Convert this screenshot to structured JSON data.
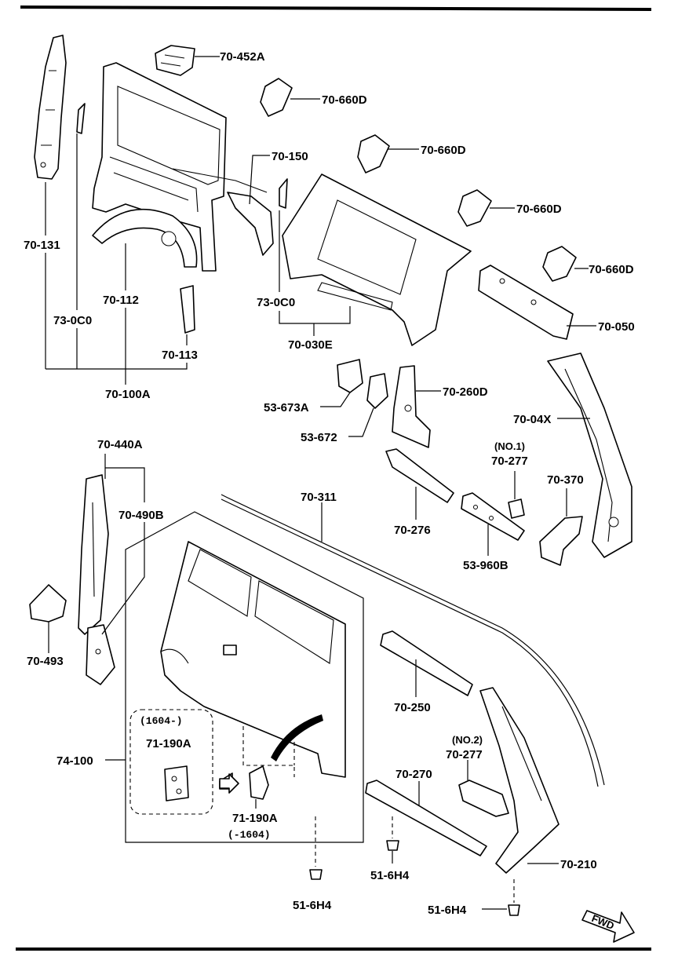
{
  "labels": {
    "p70_452A": "70-452A",
    "p70_660D_1": "70-660D",
    "p70_660D_2": "70-660D",
    "p70_660D_3": "70-660D",
    "p70_660D_4": "70-660D",
    "p70_150": "70-150",
    "p70_131": "70-131",
    "p73_0C0_left": "73-0C0",
    "p70_112": "70-112",
    "p70_113": "70-113",
    "p70_100A": "70-100A",
    "p73_0C0_mid": "73-0C0",
    "p70_030E": "70-030E",
    "p70_050": "70-050",
    "p53_673A": "53-673A",
    "p53_672": "53-672",
    "p70_260D": "70-260D",
    "p70_04X": "70-04X",
    "no1": "(NO.1)",
    "p70_277_1": "70-277",
    "p70_370": "70-370",
    "p70_440A": "70-440A",
    "p70_490B": "70-490B",
    "p70_311": "70-311",
    "p70_276": "70-276",
    "p53_960B": "53-960B",
    "p70_493": "70-493",
    "p70_250": "70-250",
    "range_top": "(1604-)",
    "p71_190A_1": "71-190A",
    "p74_100": "74-100",
    "no2": "(NO.2)",
    "p70_277_2": "70-277",
    "p70_270": "70-270",
    "p71_190A_2": "71-190A",
    "range_bottom": "(-1604)",
    "p70_210": "70-210",
    "p51_6H4_1": "51-6H4",
    "p51_6H4_2": "51-6H4",
    "p51_6H4_3": "51-6H4",
    "fwd": "FWD"
  }
}
